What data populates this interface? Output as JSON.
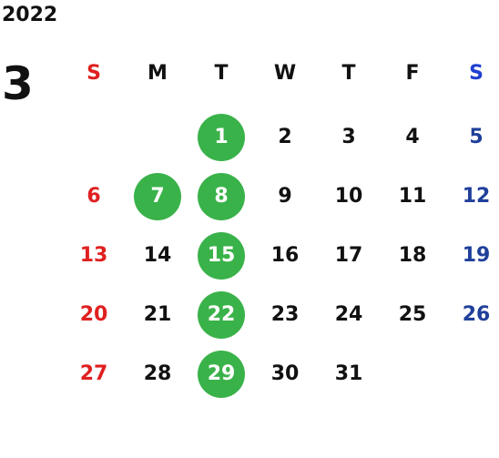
{
  "calendar": {
    "year": "2022",
    "month": "3",
    "weekdays": [
      {
        "label": "S",
        "color": "#e02020"
      },
      {
        "label": "M",
        "color": "#111111"
      },
      {
        "label": "T",
        "color": "#111111"
      },
      {
        "label": "W",
        "color": "#111111"
      },
      {
        "label": "T",
        "color": "#111111"
      },
      {
        "label": "F",
        "color": "#111111"
      },
      {
        "label": "S",
        "color": "#1f3fd0"
      }
    ],
    "first_weekday_index": 2,
    "days_in_month": 31,
    "marked_days": [
      1,
      7,
      8,
      15,
      22,
      29
    ],
    "colors": {
      "sunday": "#e02020",
      "saturday": "#1f3f9a",
      "weekday": "#111111",
      "marker": "#3ab24a",
      "marked_text": "#ffffff"
    }
  }
}
